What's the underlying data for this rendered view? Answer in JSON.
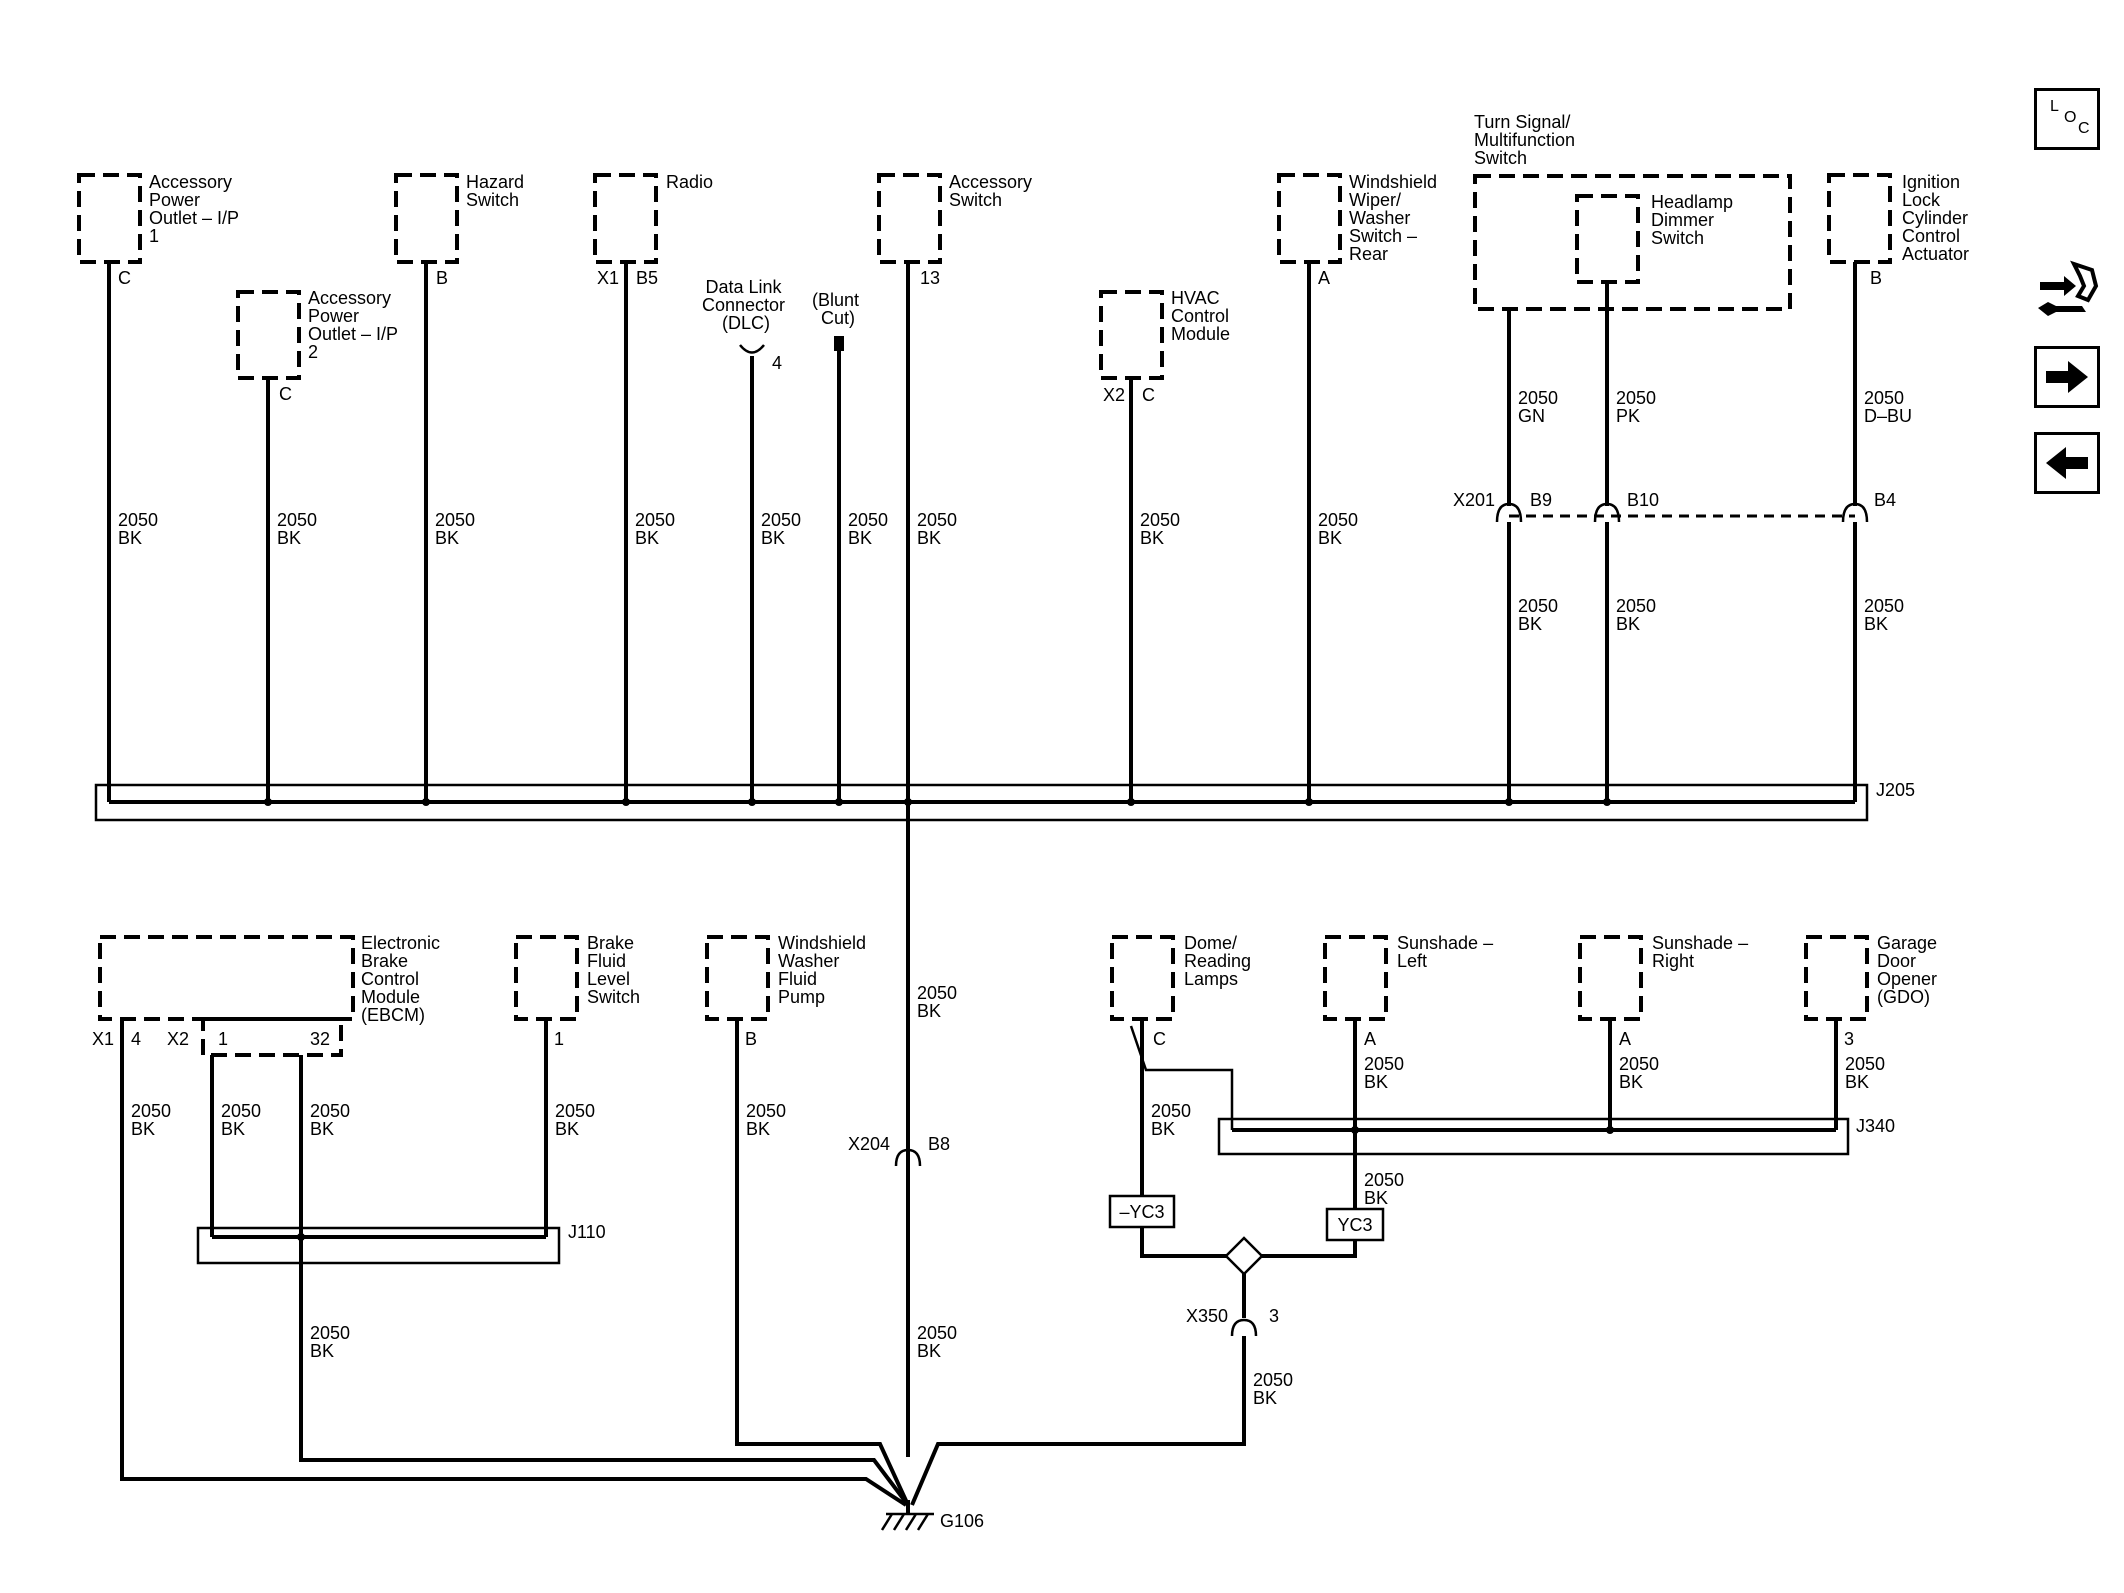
{
  "components": {
    "acc_outlet_1": [
      "Accessory",
      "Power",
      "Outlet – I/P",
      "1"
    ],
    "acc_outlet_2": [
      "Accessory",
      "Power",
      "Outlet – I/P",
      "2"
    ],
    "hazard_switch": [
      "Hazard",
      "Switch"
    ],
    "radio": [
      "Radio"
    ],
    "dlc": [
      "Data Link",
      "Connector",
      "(DLC)"
    ],
    "blunt_cut": [
      "(Blunt",
      "Cut)"
    ],
    "accessory_switch": [
      "Accessory",
      "Switch"
    ],
    "hvac": [
      "HVAC",
      "Control",
      "Module"
    ],
    "wiper_switch": [
      "Windshield",
      "Wiper/",
      "Washer",
      "Switch –",
      "Rear"
    ],
    "turn_signal": [
      "Turn Signal/",
      "Multifunction",
      "Switch"
    ],
    "headlamp_dimmer": [
      "Headlamp",
      "Dimmer",
      "Switch"
    ],
    "ignition_lock": [
      "Ignition",
      "Lock",
      "Cylinder",
      "Control",
      "Actuator"
    ],
    "ebcm": [
      "Electronic",
      "Brake",
      "Control",
      "Module",
      "(EBCM)"
    ],
    "brake_fluid": [
      "Brake",
      "Fluid",
      "Level",
      "Switch"
    ],
    "washer_pump": [
      "Windshield",
      "Washer",
      "Fluid",
      "Pump"
    ],
    "dome_lamps": [
      "Dome/",
      "Reading",
      "Lamps"
    ],
    "sunshade_left": [
      "Sunshade –",
      "Left"
    ],
    "sunshade_right": [
      "Sunshade –",
      "Right"
    ],
    "gdo": [
      "Garage",
      "Door",
      "Opener",
      "(GDO)"
    ]
  },
  "pins": {
    "acc1": "C",
    "acc2": "C",
    "hazard": "B",
    "radio_conn": "X1",
    "radio": "B5",
    "dlc": "4",
    "accsw": "13",
    "hvac_conn": "X2",
    "hvac": "C",
    "wiper": "A",
    "ignition": "B",
    "x201": "X201",
    "b9": "B9",
    "b10": "B10",
    "b4": "B4",
    "ebcm_x1": "X1",
    "ebcm_4": "4",
    "ebcm_x2": "X2",
    "ebcm_1": "1",
    "ebcm_32": "32",
    "brake": "1",
    "pump": "B",
    "dome": "C",
    "ss_left": "A",
    "ss_right": "A",
    "gdo": "3",
    "x204": "X204",
    "b8": "B8",
    "x350": "X350",
    "x350_pin": "3"
  },
  "wire": {
    "circuit": "2050",
    "bk": "BK",
    "gn": "GN",
    "pk": "PK",
    "dbu": "D–BU"
  },
  "splices": {
    "j205": "J205",
    "j110": "J110",
    "j340": "J340"
  },
  "options": {
    "yc3_not": "–YC3",
    "yc3": "YC3"
  },
  "ground": "G106",
  "nav": {
    "loc": [
      "L",
      "O",
      "C"
    ]
  }
}
